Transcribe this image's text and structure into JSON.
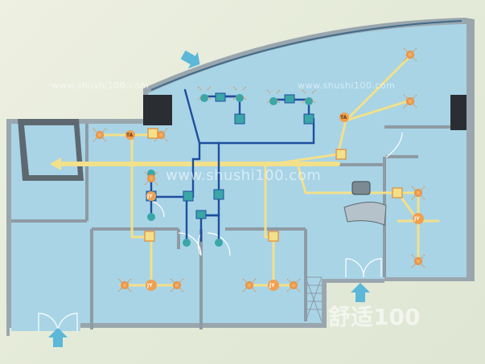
{
  "watermarks": {
    "url_1": "www.shushi100.com",
    "url_2": "www.shushi100.com",
    "url_3": "www.shushi100.com",
    "brand": "舒适100"
  },
  "labels": {
    "jy": "JY",
    "ta": "TA"
  },
  "colors": {
    "room_fill": "#a8d4e6",
    "wall": "#8c9aa4",
    "yellow_pipe": "#f3e08a",
    "blue_pipe": "#1e4f9e",
    "lamp_orange": "#f0a050",
    "teal_node": "#3aa6a8",
    "arrow": "#5bb8d8"
  },
  "icons": {
    "inlet_arrow": "arrow-icon",
    "outlet_arrow": "arrow-icon",
    "ceiling_fan": "fan-icon",
    "sensor": "sensor-icon",
    "thermostat": "thermostat-icon"
  }
}
